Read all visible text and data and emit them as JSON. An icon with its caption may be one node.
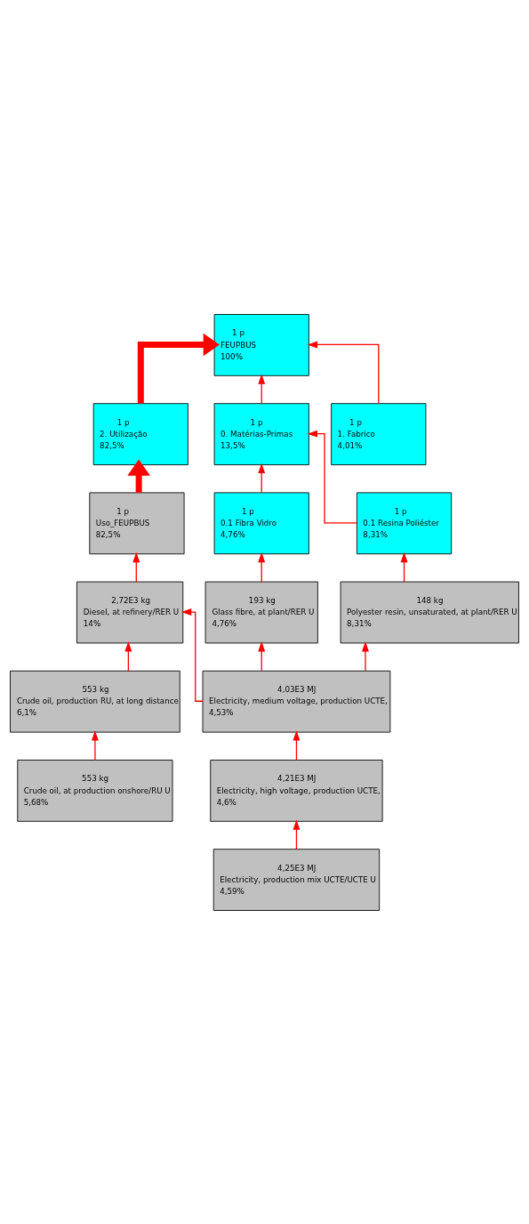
{
  "diagram": {
    "nodes": [
      {
        "text": [
          "1 p",
          "FEUPBUS",
          "100%"
        ]
      },
      {
        "text": [
          "1 p",
          "0. Matérias-Primas",
          "13,5%"
        ]
      },
      {
        "text": [
          "1 p",
          "1. Fabrico",
          "4,01%"
        ]
      },
      {
        "text": [
          "1 p",
          "2. Utilização",
          "82,5%"
        ]
      },
      {
        "text": [
          "1 p",
          "0.1 Fibra Vidro",
          "4,76%"
        ]
      },
      {
        "text": [
          "1 p",
          "0.1 Resina Poliéster",
          "8,31%"
        ]
      },
      {
        "text": [
          "1 p",
          "Uso_FEUPBUS",
          "82,5%"
        ]
      },
      {
        "text": [
          "193 kg",
          "Glass fibre, at plant/RER U",
          "4,76%"
        ]
      },
      {
        "text": [
          "148 kg",
          "Polyester resin, unsaturated, at plant/RER U",
          "8,31%"
        ]
      },
      {
        "text": [
          "2,72E3 kg",
          "Diesel, at refinery/RER U",
          "14%"
        ]
      },
      {
        "text": [
          "4,03E3 MJ",
          "Electricity, medium voltage, production UCTE,",
          "4,53%"
        ]
      },
      {
        "text": [
          "553 kg",
          "Crude oil, production RU, at long distance",
          "6,1%"
        ]
      },
      {
        "text": [
          "4,21E3 MJ",
          "Electricity, high voltage, production UCTE,",
          "4,6%"
        ]
      },
      {
        "text": [
          "553 kg",
          "Crude oil, at production onshore/RU U",
          "5,68%"
        ]
      },
      {
        "text": [
          "4,25E3 MJ",
          "Electricity, production mix UCTE/UCTE U",
          "4,59%"
        ]
      }
    ],
    "edges": [
      {
        "from": 1,
        "to": 0,
        "arrow": "to"
      },
      {
        "from": 2,
        "to": 0,
        "arrow": "to"
      },
      {
        "from": 3,
        "to": 0,
        "arrow": "to",
        "style": "thick"
      },
      {
        "from": 4,
        "to": 1,
        "arrow": "to"
      },
      {
        "from": 5,
        "to": 1,
        "arrow": "to"
      },
      {
        "from": 6,
        "to": 3,
        "arrow": "to",
        "style": "thick"
      },
      {
        "from": 7,
        "to": 4,
        "arrow": "to"
      },
      {
        "from": 8,
        "to": 5,
        "arrow": "to"
      },
      {
        "from": 9,
        "to": 6,
        "arrow": "to"
      },
      {
        "from": 10,
        "to": 7,
        "arrow": "to"
      },
      {
        "from": 10,
        "to": 8,
        "arrow": "to"
      },
      {
        "from": 10,
        "to": 9,
        "arrow": "to"
      },
      {
        "from": 11,
        "to": 9,
        "arrow": "to"
      },
      {
        "from": 12,
        "to": 10,
        "arrow": "to"
      },
      {
        "from": 13,
        "to": 11,
        "arrow": "to"
      },
      {
        "from": 14,
        "to": 12,
        "arrow": "to"
      }
    ]
  }
}
